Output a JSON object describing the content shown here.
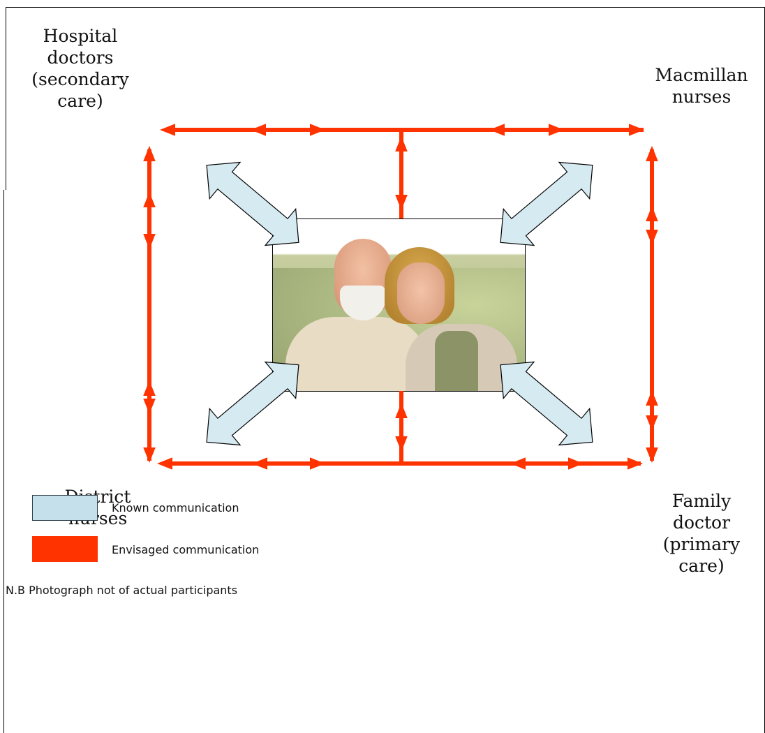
{
  "labels": {
    "hospital": "Hospital\ndoctors\n(secondary\ncare)",
    "macmillan": "Macmillan\nnurses",
    "district": "District\nnurses",
    "family": "Family\ndoctor\n(primary\ncare)"
  },
  "legend": {
    "known": "Known communication",
    "envisaged": "Envisaged communication"
  },
  "note": "N.B Photograph not of actual participants",
  "colors": {
    "envisaged": "#ff3300",
    "known": "#d6eaf2",
    "known_stroke": "#000000"
  }
}
